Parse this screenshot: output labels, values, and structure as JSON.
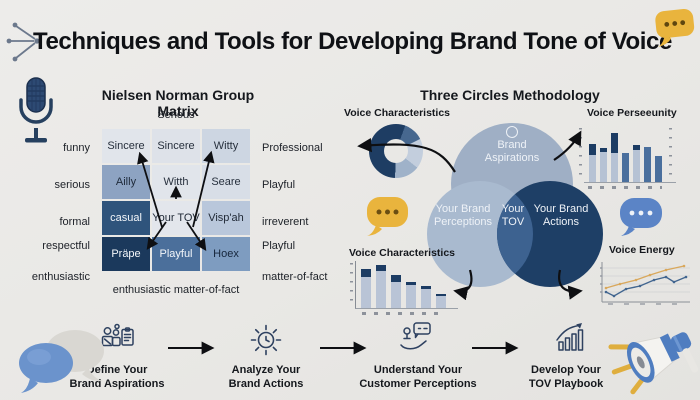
{
  "title": "Techniques and Tools for Developing Brand Tone of Voice",
  "nng_matrix": {
    "heading": "Nielsen Norman Group Matrix",
    "axis_top": "Serious",
    "axis_bottom": "enthusiastic matter-of-fact",
    "left_labels": [
      "funny",
      "serious",
      "formal",
      "respectful",
      "enthusiastic"
    ],
    "right_labels": [
      "Professional",
      "Playful",
      "irreverent",
      "Playful",
      "matter-of-fact"
    ],
    "cells": [
      {
        "text": "Sincere",
        "style": "background:#e1e5eb;color:#27303d"
      },
      {
        "text": "Sincere",
        "style": "background:#dee2e9;color:#27303d"
      },
      {
        "text": "Witty",
        "style": "background:#cdd6e2;color:#27303d"
      },
      {
        "text": "Ailly",
        "style": "background:#8da3c2;color:#1e2a3a"
      },
      {
        "text": "Witth",
        "style": "background:#e1e5eb;color:#27303d"
      },
      {
        "text": "Seare",
        "style": "background:#d8dee7;color:#27303d"
      },
      {
        "text": "casual",
        "style": "background:#2f547c;color:#f3f6fa"
      },
      {
        "text": "Your TOV",
        "style": "background:#e3e6ec;color:#222b38"
      },
      {
        "text": "Visp'ah",
        "style": "background:#b9c7db;color:#222b38"
      },
      {
        "text": "Präpe",
        "style": "background:#1b395c;color:#f3f6fa"
      },
      {
        "text": "Playful",
        "style": "background:#4b6f9b;color:#f3f6fa"
      },
      {
        "text": "Hoex",
        "style": "background:#7e9cc0;color:#16263c"
      }
    ]
  },
  "three_circles": {
    "heading": "Three Circles Methodology",
    "top_circle": {
      "line1": "Brand",
      "line2": "Aspirations",
      "color": "#9fafc5"
    },
    "left_circle": {
      "line1": "Your Brand",
      "line2": "Perceptions",
      "color": "#a9bacf"
    },
    "right_circle": {
      "line1": "Your Brand",
      "line2": "Actions",
      "color": "#1e3f66"
    },
    "center": {
      "line1": "Your",
      "line2": "TOV",
      "color": "#3d6290"
    }
  },
  "chart_data": [
    {
      "type": "pie",
      "title": "Voice Characteristics",
      "from_deg": 20,
      "segments": [
        {
          "value": 12,
          "color": "#47688f"
        },
        {
          "value": 18,
          "color": "#c3cedd"
        },
        {
          "value": 15,
          "color": "#9fb2c9"
        },
        {
          "value": 55,
          "color": "#1e3d63"
        }
      ]
    },
    {
      "type": "bar",
      "title": "Voice Perseeunity",
      "body_color": "#b6c2d4",
      "cap_color": "#1c3c63",
      "solid_color": "#4a6f9d",
      "bars": [
        {
          "total": 68,
          "cap": 30
        },
        {
          "total": 60,
          "cap": 12
        },
        {
          "total": 88,
          "cap": 42
        },
        {
          "total": 52,
          "solid": true
        },
        {
          "total": 66,
          "cap": 14
        },
        {
          "total": 62,
          "solid": true
        },
        {
          "total": 46,
          "solid": true
        }
      ]
    },
    {
      "type": "bar",
      "title": "Voice Characteristics",
      "body_color": "#b9c4d6",
      "cap_color": "#1c3c63",
      "bars": [
        {
          "total": 82,
          "cap": 20
        },
        {
          "total": 92,
          "cap": 14
        },
        {
          "total": 70,
          "cap": 20
        },
        {
          "total": 56,
          "cap": 12
        },
        {
          "total": 46,
          "cap": 12
        },
        {
          "total": 30,
          "cap": 14
        }
      ]
    },
    {
      "type": "line",
      "title": "Voice Energy",
      "series": [
        {
          "name": "upper-line",
          "color": "#d9a85c",
          "points": [
            [
              12,
              30
            ],
            [
              26,
              26
            ],
            [
              42,
              22
            ],
            [
              56,
              17
            ],
            [
              72,
              12
            ],
            [
              90,
              8
            ]
          ]
        },
        {
          "name": "lower-line",
          "color": "#41658f",
          "points": [
            [
              12,
              34
            ],
            [
              20,
              38
            ],
            [
              32,
              31
            ],
            [
              46,
              28
            ],
            [
              60,
              22
            ],
            [
              72,
              19
            ],
            [
              80,
              24
            ],
            [
              92,
              19
            ]
          ]
        }
      ]
    }
  ],
  "process_steps": [
    {
      "line1": "Define Your",
      "line2": "Brand Aspirations",
      "icon": "team-clipboard-icon"
    },
    {
      "line1": "Analyze Your",
      "line2": "Brand Actions",
      "icon": "sun-clock-icon"
    },
    {
      "line1": "Understand Your",
      "line2": "Customer Perceptions",
      "icon": "hand-chat-icon"
    },
    {
      "line1": "Develop Your",
      "line2": "TOV Playbook",
      "icon": "growth-chart-icon"
    }
  ],
  "colors": {
    "background": "#e9e8e5",
    "dark_navy": "#1e3d63",
    "medium_blue": "#4a6f9d",
    "light_blue": "#b9c4d6",
    "accent_yellow": "#e8b33c",
    "arrow_black": "#0e0f12"
  }
}
